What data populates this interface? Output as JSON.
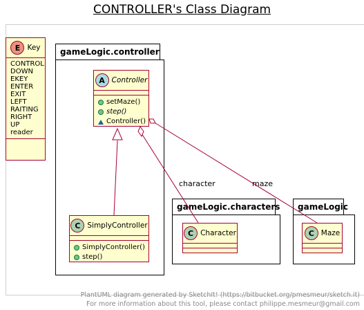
{
  "title": "CONTROLLER's Class Diagram",
  "packages": {
    "controller": "gameLogic.controller",
    "characters": "gameLogic.characters",
    "gamelogic": "gameLogic"
  },
  "key": {
    "stereotype": "E",
    "name": "Key",
    "literals": [
      "CONTROL",
      "DOWN",
      "EKEY",
      "ENTER",
      "EXIT",
      "LEFT",
      "RAITING",
      "RIGHT",
      "UP",
      "reader"
    ]
  },
  "controller": {
    "stereotype": "A",
    "name": "Controller",
    "methods": [
      "setMaze()",
      "step()",
      "Controller()"
    ]
  },
  "simply": {
    "stereotype": "C",
    "name": "SimplyController",
    "methods": [
      "SimplyController()",
      "step()"
    ]
  },
  "character": {
    "stereotype": "C",
    "name": "Character"
  },
  "maze": {
    "stereotype": "C",
    "name": "Maze"
  },
  "relations": {
    "character_label": "character",
    "maze_label": "maze"
  },
  "footer": {
    "line1": "PlantUML diagram generated by SketchIt! (https://bitbucket.org/pmesmeur/sketch.it)",
    "line2": "For more information about this tool, please contact philippe.mesmeur@gmail.com"
  },
  "colors": {
    "class_bg": "#fefece",
    "class_border": "#a80036",
    "enum_circle": "#eb937f",
    "abstract_circle": "#a9dcdf",
    "class_circle": "#add1b2"
  }
}
